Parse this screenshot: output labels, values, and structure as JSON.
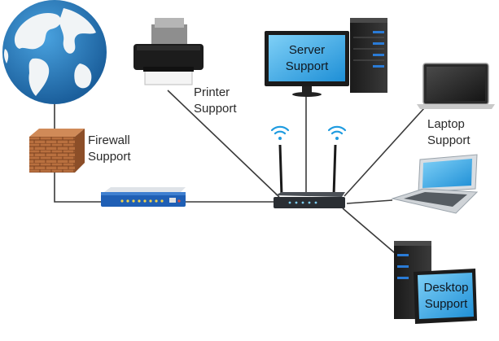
{
  "labels": {
    "firewall": [
      "Firewall",
      "Support"
    ],
    "printer": [
      "Printer",
      "Support"
    ],
    "server": [
      "Server",
      "Support"
    ],
    "laptop": [
      "Laptop",
      "Support"
    ],
    "desktop": [
      "Desktop",
      "Support"
    ]
  },
  "colors": {
    "cable": "#3a3a3a",
    "ocean": "#2f86c8",
    "land": "#f1f4f6",
    "brick": "#b46a3c",
    "screen": "#1e9be0",
    "device_blue": "#1f5fb5",
    "router_body": "#2a2e33",
    "wifi": "#1e9be0"
  }
}
